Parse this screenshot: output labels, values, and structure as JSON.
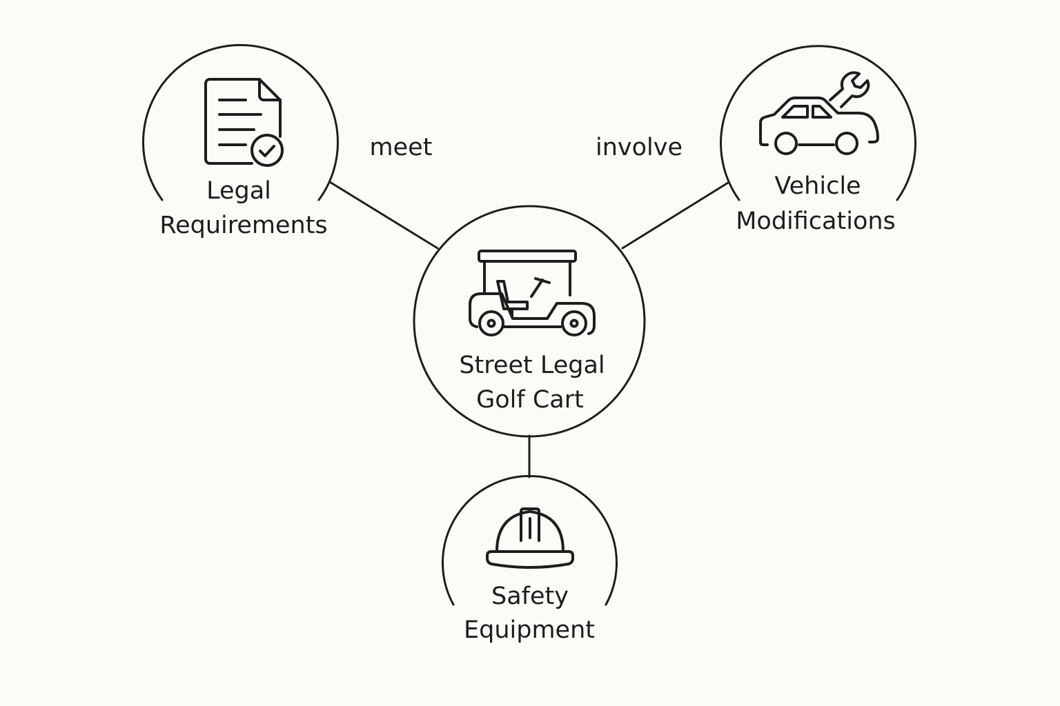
{
  "colors": {
    "background": "#fbfbf7",
    "ink": "#1d1d1d"
  },
  "nodes": {
    "center": {
      "line1": "Street Legal",
      "line2": "Golf Cart",
      "icon": "golf-cart-icon"
    },
    "legal": {
      "line1": "Legal",
      "line2": "Requirements",
      "icon": "document-check-icon"
    },
    "vehicle": {
      "line1": "Vehicle",
      "line2": "Modifications",
      "icon": "car-wrench-icon"
    },
    "safety": {
      "line1": "Safety",
      "line2": "Equipment",
      "icon": "hard-hat-icon"
    }
  },
  "edges": {
    "legal": "meet",
    "vehicle": "involve"
  }
}
